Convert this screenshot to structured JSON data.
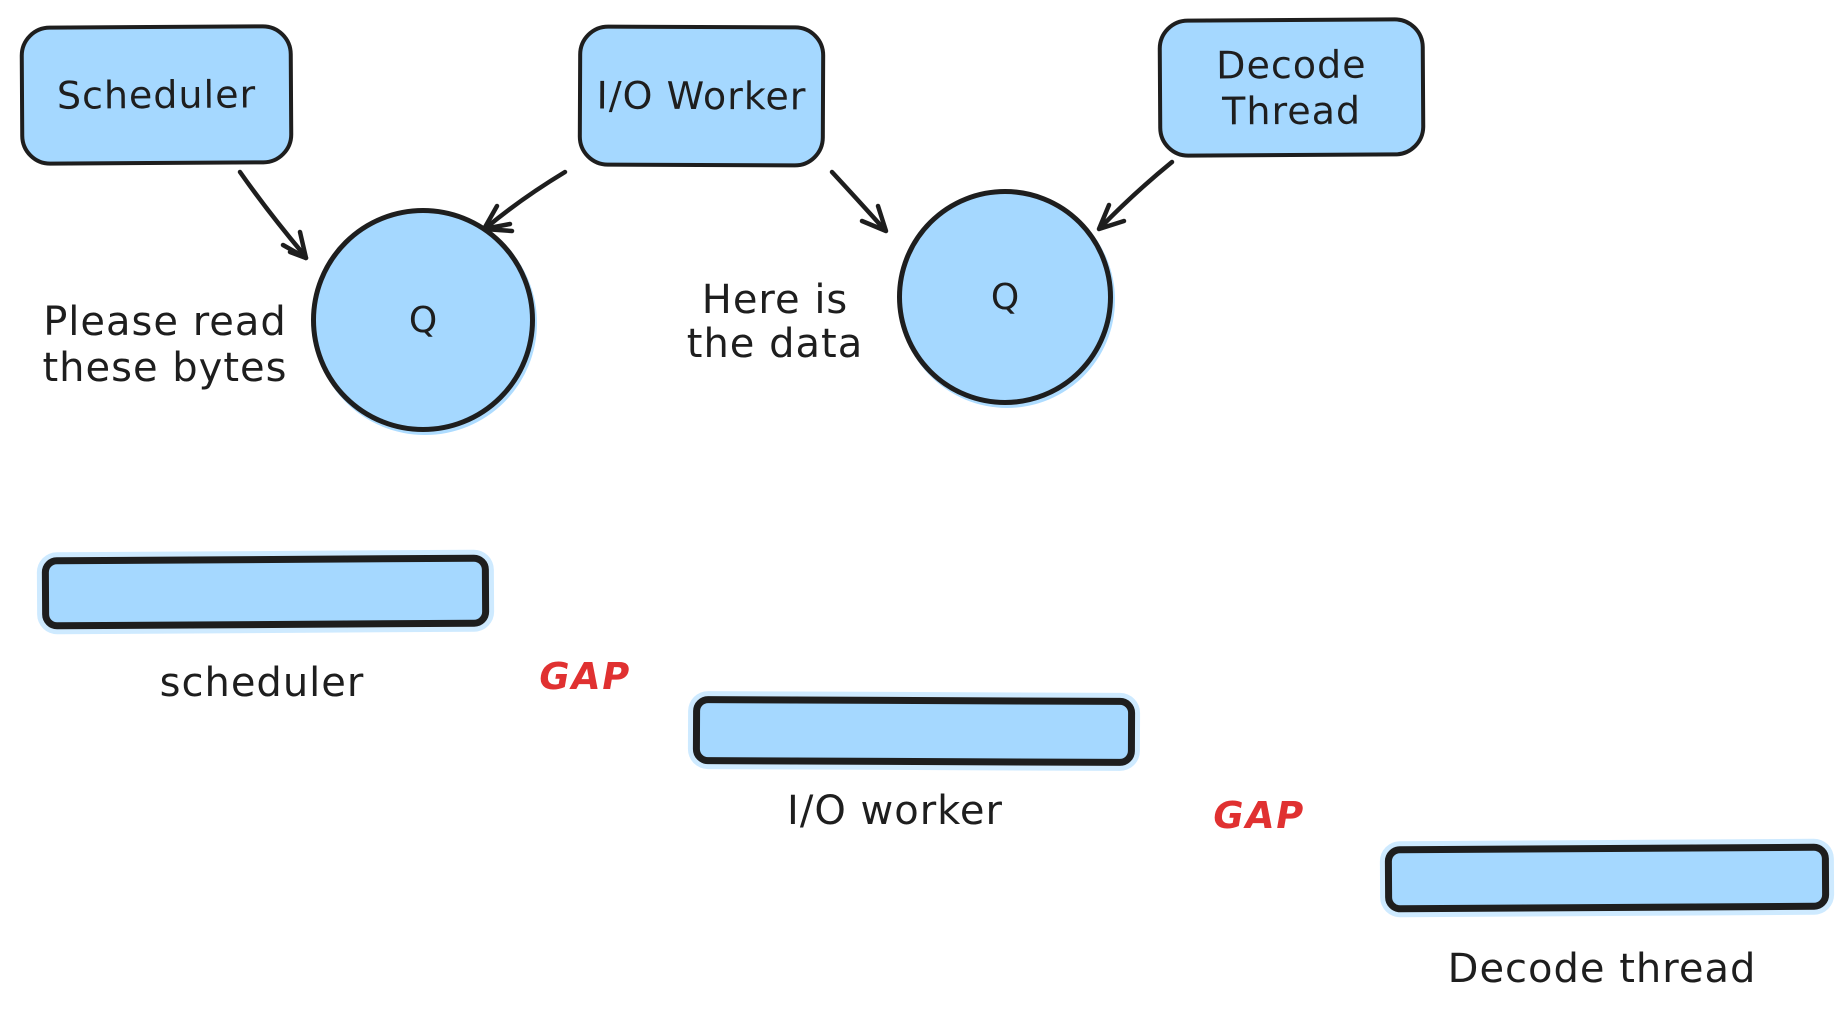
{
  "flow": {
    "nodes": [
      {
        "id": "scheduler",
        "label": "Scheduler"
      },
      {
        "id": "io-worker",
        "label": "I/O Worker"
      },
      {
        "id": "decode-thread",
        "line1": "Decode",
        "line2": "Thread"
      }
    ],
    "queues": [
      {
        "label": "Q"
      },
      {
        "label": "Q"
      }
    ],
    "notes": [
      {
        "line1": "Please read",
        "line2": "these bytes"
      },
      {
        "line1": "Here is",
        "line2": "the data"
      }
    ]
  },
  "timeline": {
    "bars": [
      {
        "label": "scheduler"
      },
      {
        "label": "I/O worker"
      },
      {
        "label": "Decode thread"
      }
    ],
    "gap_labels": [
      {
        "text": "GAP"
      },
      {
        "text": "GAP"
      }
    ]
  },
  "colors": {
    "shape_fill": "#a5d8ff",
    "shape_stroke": "#1e1e1e",
    "gap_red": "#e03131",
    "background": "#ffffff"
  }
}
